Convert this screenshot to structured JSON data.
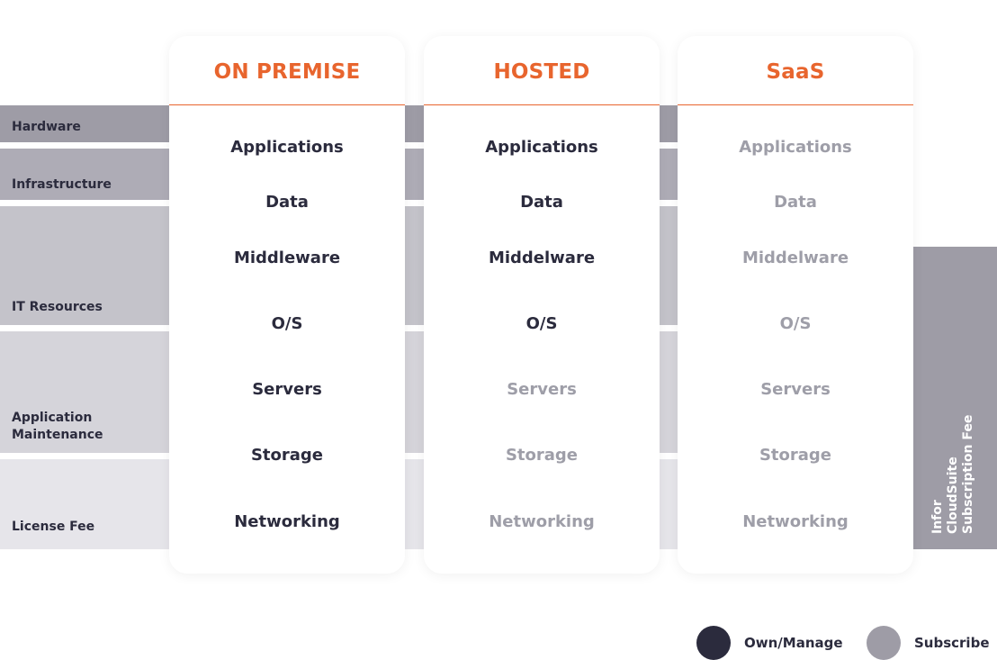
{
  "bands": [
    {
      "label": "Hardware",
      "color": "#9e9ca6"
    },
    {
      "label": "Infrastructure",
      "color": "#aeacb6"
    },
    {
      "label": "IT Resources",
      "color": "#c4c3ca"
    },
    {
      "label": "Application\nMaintenance",
      "color": "#d5d4da"
    },
    {
      "label": "License Fee",
      "color": "#e6e5ea"
    }
  ],
  "columns": [
    {
      "title": "ON PREMISE",
      "items": [
        {
          "label": "Applications",
          "state": "own"
        },
        {
          "label": "Data",
          "state": "own"
        },
        {
          "label": "Middleware",
          "state": "own"
        },
        {
          "label": "O/S",
          "state": "own"
        },
        {
          "label": "Servers",
          "state": "own"
        },
        {
          "label": "Storage",
          "state": "own"
        },
        {
          "label": "Networking",
          "state": "own"
        }
      ]
    },
    {
      "title": "HOSTED",
      "items": [
        {
          "label": "Applications",
          "state": "own"
        },
        {
          "label": "Data",
          "state": "own"
        },
        {
          "label": "Middelware",
          "state": "own"
        },
        {
          "label": "O/S",
          "state": "own"
        },
        {
          "label": "Servers",
          "state": "subscribe"
        },
        {
          "label": "Storage",
          "state": "subscribe"
        },
        {
          "label": "Networking",
          "state": "subscribe"
        }
      ]
    },
    {
      "title": "SaaS",
      "items": [
        {
          "label": "Applications",
          "state": "subscribe"
        },
        {
          "label": "Data",
          "state": "subscribe"
        },
        {
          "label": "Middelware",
          "state": "subscribe"
        },
        {
          "label": "O/S",
          "state": "subscribe"
        },
        {
          "label": "Servers",
          "state": "subscribe"
        },
        {
          "label": "Storage",
          "state": "subscribe"
        },
        {
          "label": "Networking",
          "state": "subscribe"
        }
      ]
    }
  ],
  "side_label": "Infor\nCloudSuite\nSubscription Fee",
  "legend": [
    {
      "label": "Own/Manage",
      "color": "#2b2b3d"
    },
    {
      "label": "Subscribe",
      "color": "#9e9ca6"
    }
  ],
  "colors": {
    "accent": "#e8652e",
    "own": "#2b2b3d",
    "subscribe": "#9e9ea8"
  }
}
